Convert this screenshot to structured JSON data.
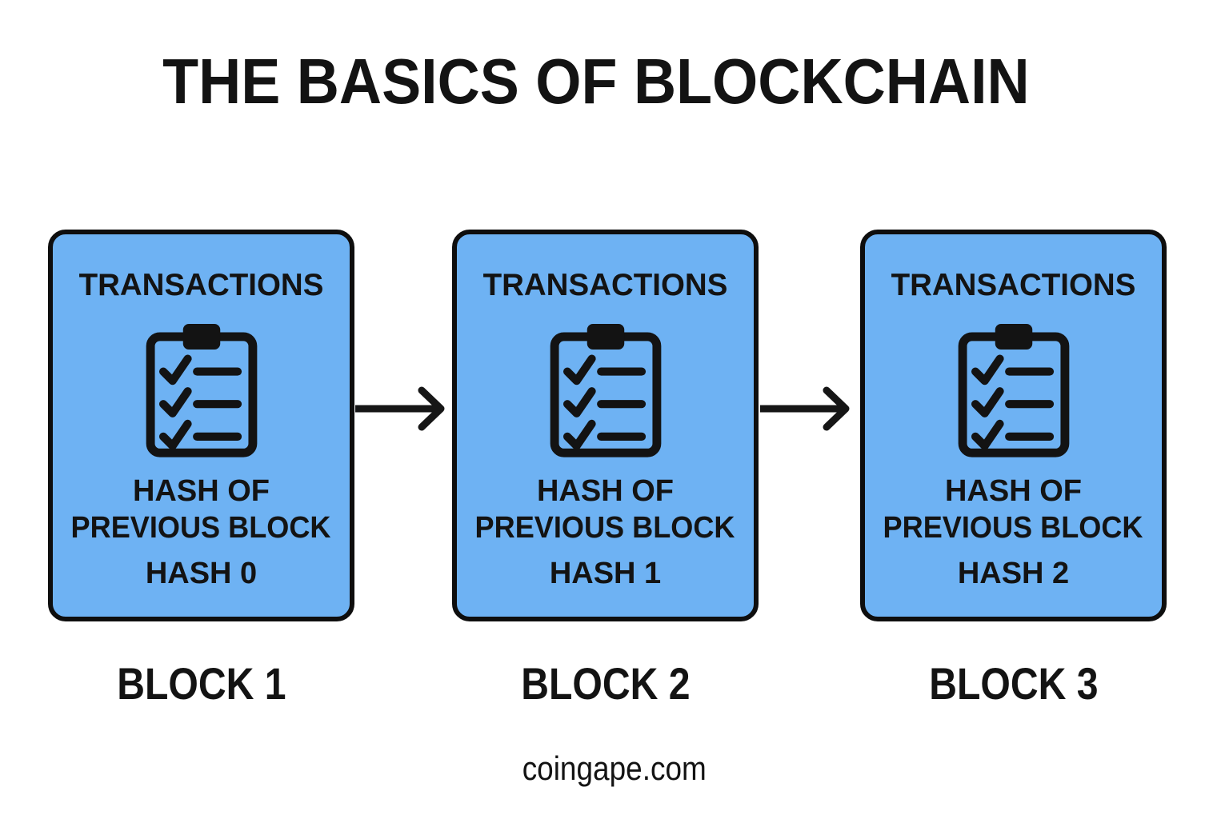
{
  "title": "THE BASICS OF BLOCKCHAIN",
  "colors": {
    "block_fill": "#6EB2F3",
    "outline": "#0E0E0E",
    "text": "#131313",
    "background": "#FFFFFF"
  },
  "blocks": [
    {
      "label": "BLOCK 1",
      "transactions_label": "TRANSACTIONS",
      "icon": "clipboard-checklist-icon",
      "hash_of_line1": "HASH OF",
      "hash_of_line2": "PREVIOUS BLOCK",
      "hash_value": "HASH 0"
    },
    {
      "label": "BLOCK 2",
      "transactions_label": "TRANSACTIONS",
      "icon": "clipboard-checklist-icon",
      "hash_of_line1": "HASH OF",
      "hash_of_line2": "PREVIOUS BLOCK",
      "hash_value": "HASH 1"
    },
    {
      "label": "BLOCK 3",
      "transactions_label": "TRANSACTIONS",
      "icon": "clipboard-checklist-icon",
      "hash_of_line1": "HASH OF",
      "hash_of_line2": "PREVIOUS BLOCK",
      "hash_value": "HASH 2"
    }
  ],
  "arrows": [
    {
      "icon": "right-arrow-icon",
      "direction": "right"
    },
    {
      "icon": "right-arrow-icon",
      "direction": "right"
    }
  ],
  "footer": {
    "site_label": "coingape.com"
  }
}
